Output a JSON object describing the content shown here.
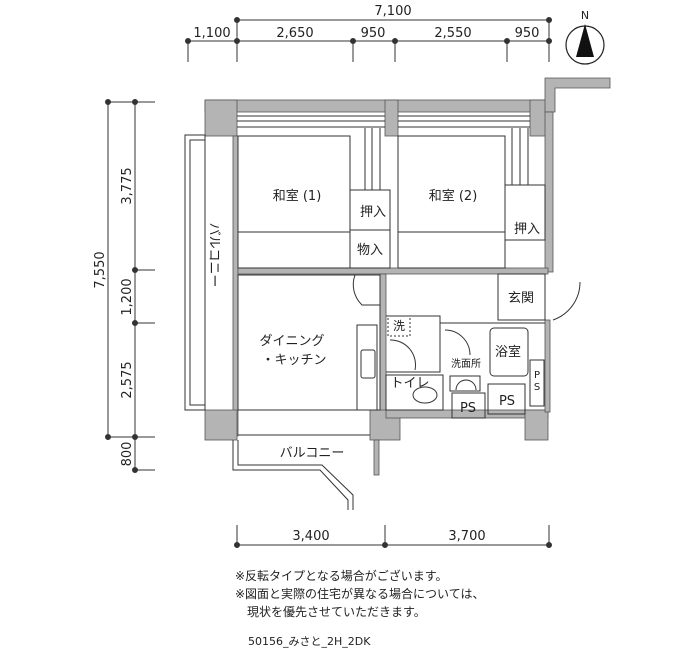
{
  "dimensions": {
    "top_total": "7,100",
    "top_segments": [
      "1,100",
      "2,650",
      "950",
      "2,550",
      "950"
    ],
    "left_total": "7,550",
    "left_segments": [
      "3,775",
      "1,200",
      "2,575",
      "800"
    ],
    "bottom_segments": [
      "3,400",
      "3,700"
    ]
  },
  "compass": {
    "label": "N"
  },
  "rooms": {
    "washitsu1": "和室 (1)",
    "washitsu2": "和室 (2)",
    "oshiire1": "押入",
    "oshiire2": "押入",
    "monoire": "物入",
    "balcony_left": "バルコニー",
    "balcony_bottom": "バルコニー",
    "dk_line1": "ダイニング",
    "dk_line2": "・キッチン",
    "genkan": "玄関",
    "washer": "洗",
    "bathroom": "浴室",
    "washroom": "洗面所",
    "toilet": "トイレ",
    "ps1": "PS",
    "ps2": "PS",
    "ps3": "PS"
  },
  "notes": [
    "※反転タイプとなる場合がございます。",
    "※図面と実際の住宅が異なる場合については、",
    "　現状を優先させていただきます。"
  ],
  "code": "50156_みさと_2H_2DK",
  "colors": {
    "wall": "#b4b4b4",
    "line": "#333333"
  }
}
